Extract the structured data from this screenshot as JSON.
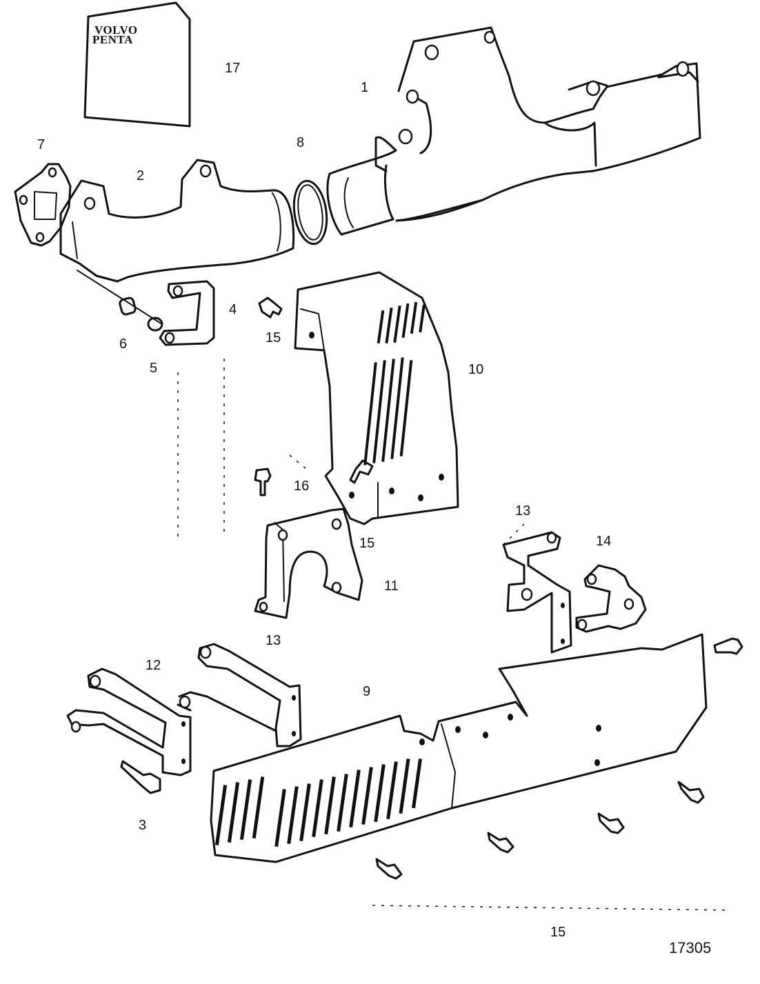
{
  "diagram": {
    "logo": {
      "line1": "VOLVO",
      "line2": "PENTA"
    },
    "callouts": [
      {
        "id": "1",
        "label": "1"
      },
      {
        "id": "2",
        "label": "2"
      },
      {
        "id": "3",
        "label": "3"
      },
      {
        "id": "4",
        "label": "4"
      },
      {
        "id": "5",
        "label": "5"
      },
      {
        "id": "6",
        "label": "6"
      },
      {
        "id": "7",
        "label": "7"
      },
      {
        "id": "8",
        "label": "8"
      },
      {
        "id": "9",
        "label": "9"
      },
      {
        "id": "10",
        "label": "10"
      },
      {
        "id": "11",
        "label": "11"
      },
      {
        "id": "12",
        "label": "12"
      },
      {
        "id": "13a",
        "label": "13"
      },
      {
        "id": "13b",
        "label": "13"
      },
      {
        "id": "14",
        "label": "14"
      },
      {
        "id": "15a",
        "label": "15"
      },
      {
        "id": "15b",
        "label": "15"
      },
      {
        "id": "15c",
        "label": "15"
      },
      {
        "id": "16",
        "label": "16"
      },
      {
        "id": "17",
        "label": "17"
      }
    ],
    "catalog_number": "17305"
  }
}
